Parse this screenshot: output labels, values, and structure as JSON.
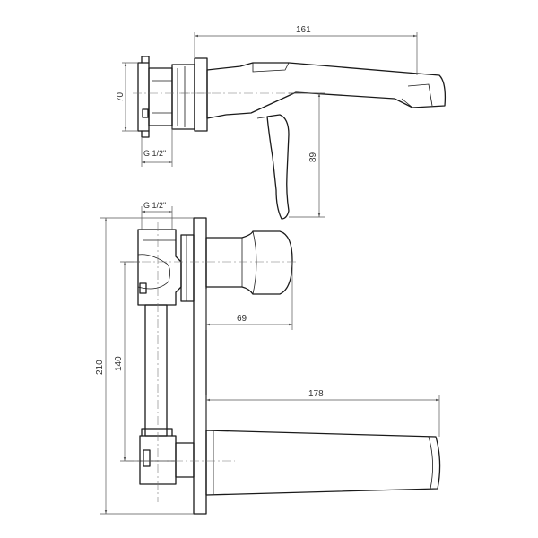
{
  "dimensions": {
    "top_length": "161",
    "top_height": "70",
    "top_thread": "G 1/2\"",
    "lever_height": "89",
    "bottom_thread": "G 1/2\"",
    "handle_depth": "69",
    "spout_length": "178",
    "total_height": "210",
    "inlet_spacing": "140"
  }
}
